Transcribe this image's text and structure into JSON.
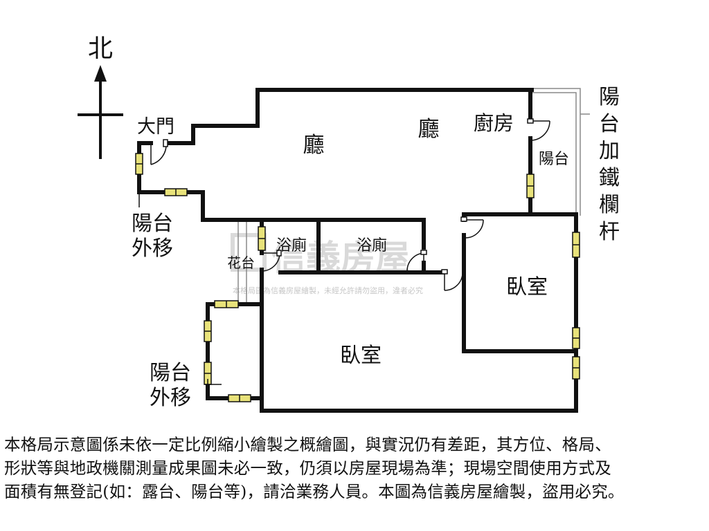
{
  "compass": {
    "north": "北"
  },
  "rooms": {
    "living_1": "廳",
    "living_2": "廳",
    "kitchen": "廚房",
    "entrance": "大門",
    "balcony_small": "陽台",
    "bath_1": "浴廁",
    "bath_2": "浴廁",
    "planter": "花台",
    "bedroom_1": "臥室",
    "bedroom_2": "臥室",
    "balcony_moved_top": [
      "陽台",
      "外移"
    ],
    "balcony_moved_bottom": [
      "陽台",
      "外移"
    ],
    "balcony_railing": [
      "陽",
      "台",
      "加",
      "鐵",
      "欄",
      "杆"
    ]
  },
  "watermark": {
    "brand": "信義房屋",
    "notice": "本格局圖為信義房屋繪製，未經允許請勿盜用，違者必究"
  },
  "disclaimer": [
    "本格局示意圖係未依一定比例縮小繪製之概繪圖，與實況仍有差距，其方位、格局、",
    "形狀等與地政機關測量成果圖未必一致，仍須以房屋現場為準；現場空間使用方式及",
    "面積有無登記(如：露台、陽台等)，請洽業務人員。本圖為信義房屋繪製，盜用必究。"
  ],
  "colors": {
    "wall": "#111111",
    "window": "#e8e27a",
    "watermark": "#c8c8c8"
  }
}
